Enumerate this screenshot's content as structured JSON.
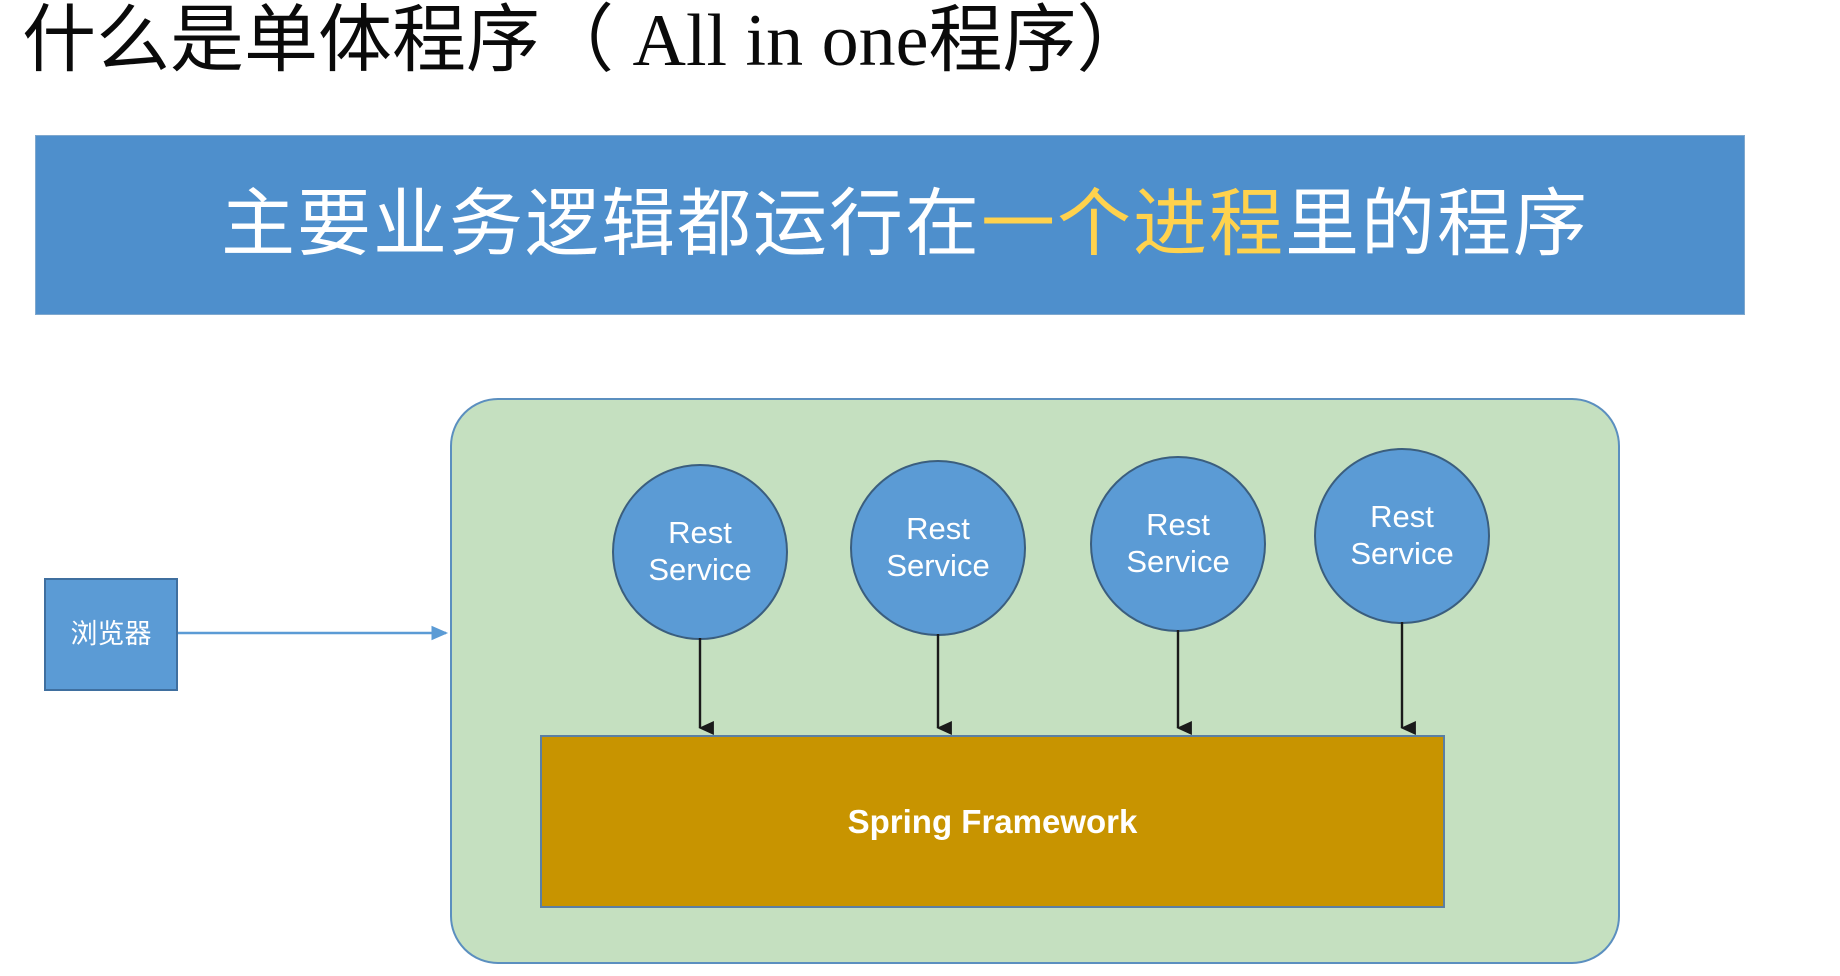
{
  "slide": {
    "title": "什么是单体程序（ All in one程序）"
  },
  "headline": {
    "prefix": "主要业务逻辑都运行在",
    "highlight": "一个进程",
    "suffix": "里的程序",
    "background_color": "#4E8FCC",
    "text_color": "#FFFFFF",
    "highlight_color": "#FFD24D"
  },
  "diagram": {
    "container": {
      "name": "monolith-process",
      "fill_color": "#C5E0C0",
      "border_color": "#5B8FBF"
    },
    "browser": {
      "label": "浏览器",
      "fill_color": "#5B9BD5",
      "border_color": "#3F6F9F"
    },
    "request_arrow": {
      "color": "#5B9BD5",
      "from": "浏览器",
      "to": "monolith-process"
    },
    "services": [
      {
        "line1": "Rest",
        "line2": "Service"
      },
      {
        "line1": "Rest",
        "line2": "Service"
      },
      {
        "line1": "Rest",
        "line2": "Service"
      },
      {
        "line1": "Rest",
        "line2": "Service"
      }
    ],
    "service_style": {
      "fill_color": "#5B9BD5",
      "border_color": "#3B5E7E",
      "text_color": "#FFFFFF"
    },
    "framework": {
      "label": "Spring Framework",
      "fill_color": "#C89400",
      "border_color": "#5B7FA3",
      "text_color": "#FFFFFF"
    },
    "service_arrow_color": "#1A1A1A"
  }
}
